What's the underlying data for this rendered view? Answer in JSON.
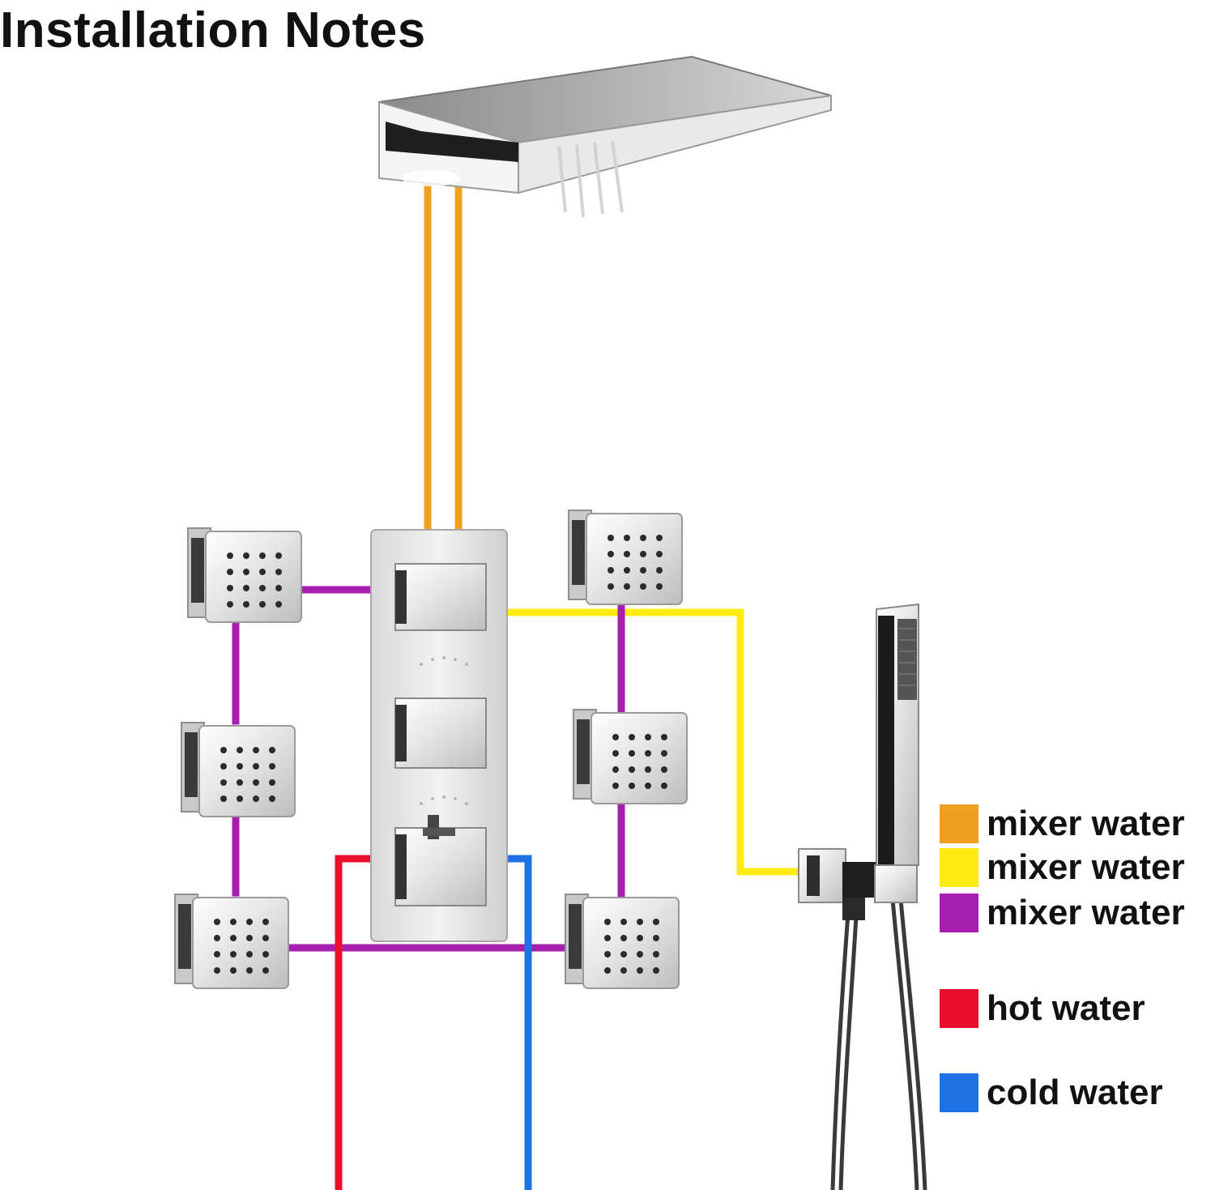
{
  "title": "Installation Notes",
  "colors": {
    "mixer_orange": "#f0a020",
    "mixer_yellow": "#ffeb12",
    "mixer_purple": "#a81fb0",
    "hot": "#e8102c",
    "cold": "#1e72e6"
  },
  "legend": [
    {
      "label": "mixer water",
      "color": "#f0a020"
    },
    {
      "label": "mixer water",
      "color": "#ffeb12"
    },
    {
      "label": "mixer water",
      "color": "#a81fb0"
    },
    {
      "label": "hot water",
      "color": "#e8102c"
    },
    {
      "label": "cold water",
      "color": "#1e72e6"
    }
  ],
  "components": [
    "rain-waterfall-shower-head-icon",
    "thermostatic-valve-panel-icon",
    "body-jet-icon",
    "hand-shower-icon",
    "wall-outlet-holder-icon",
    "shower-hose-icon"
  ]
}
